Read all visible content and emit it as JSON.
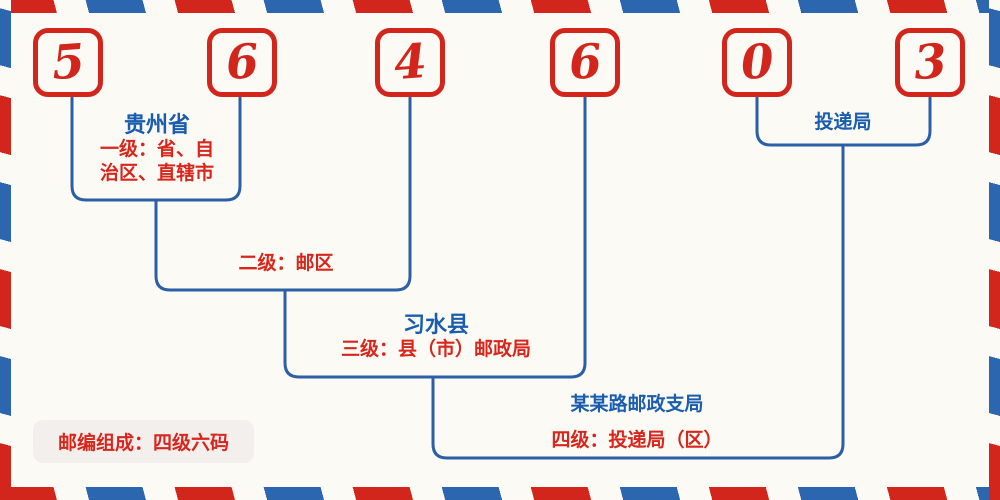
{
  "postal_code": {
    "digits": [
      "5",
      "6",
      "4",
      "6",
      "0",
      "3"
    ]
  },
  "levels": {
    "level1": {
      "place": "贵州省",
      "desc_lines": [
        "一级：省、自",
        "治区、直辖市"
      ]
    },
    "level2": {
      "desc": "二级：邮区"
    },
    "level3": {
      "place": "习水县",
      "desc": "三级：县（市）邮政局"
    },
    "level4": {
      "place": "某某路邮政支局",
      "desc": "四级：投递局（区）"
    },
    "delivery": {
      "place": "投递局"
    }
  },
  "footer": {
    "badge_text": "邮编组成：四级六码"
  },
  "colors": {
    "red": "#d2261d",
    "blue": "#2b66ae",
    "line-blue": "#2b5fa6",
    "text-blue": "#1a5dae",
    "text-red": "#d8261c",
    "bg": "#fbfaf4",
    "badge-bg": "#f2efed"
  }
}
